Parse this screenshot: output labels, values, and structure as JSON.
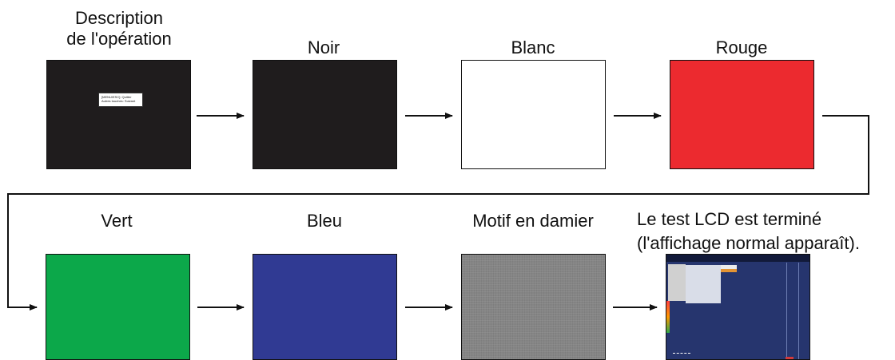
{
  "steps": [
    {
      "label_line1": "Description",
      "label_line2": "de l'opération"
    },
    {
      "label": "Noir"
    },
    {
      "label": "Blanc"
    },
    {
      "label": "Rouge"
    },
    {
      "label": "Vert"
    },
    {
      "label": "Bleu"
    },
    {
      "label": "Motif en damier"
    },
    {
      "label_line1": "Le test LCD est terminé",
      "label_line2": "(l'affichage normal apparaît)."
    }
  ],
  "dialog": {
    "line1": "[MENU/ESC]: Quitter",
    "line2": "Autres touches: Suivant"
  },
  "colors": {
    "black": "#1f1c1d",
    "white": "#ffffff",
    "red": "#ec2a2f",
    "green": "#0ca84a",
    "blue": "#303a93",
    "checker": "#858585",
    "screen": "#26356e",
    "arrow": "#111111"
  }
}
